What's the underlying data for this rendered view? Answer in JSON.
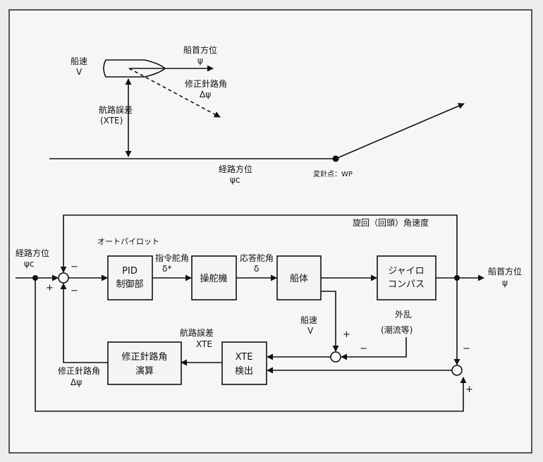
{
  "top": {
    "ship_speed": "船速",
    "ship_speed_sym": "V",
    "heading": "船首方位",
    "heading_sym": "ψ",
    "correction_angle": "修正針路角",
    "correction_angle_sym": "Δψ",
    "xte_label": "航路誤差",
    "xte_abbr": "(XTE)",
    "route_bearing": "経路方位",
    "route_bearing_sym": "ψc",
    "waypoint": "変針点：WP"
  },
  "block": {
    "route_bearing": "経路方位",
    "route_bearing_sym": "ψc",
    "autopilot": "オートパイロット",
    "pid_line1": "PID",
    "pid_line2": "制御部",
    "rudder_cmd": "指令舵角",
    "rudder_cmd_sym": "δ*",
    "steering_gear": "操舵機",
    "rudder_resp": "応答舵角",
    "rudder_resp_sym": "δ",
    "hull": "船体",
    "gyro_line1": "ジャイロ",
    "gyro_line2": "コンパス",
    "heading_out": "船首方位",
    "heading_out_sym": "ψ",
    "turn_rate": "旋回（回頭）角速度",
    "ship_speed": "船速",
    "ship_speed_sym": "V",
    "disturbance": "外乱",
    "disturbance_detail": "(潮流等)",
    "xte_label": "航路誤差",
    "xte_abbr": "XTE",
    "xte_det_line1": "XTE",
    "xte_det_line2": "検出",
    "corr_calc_line1": "修正針路角",
    "corr_calc_line2": "演算",
    "corr_out": "修正針路角",
    "corr_out_sym": "Δψ",
    "plus": "+",
    "minus": "−"
  }
}
